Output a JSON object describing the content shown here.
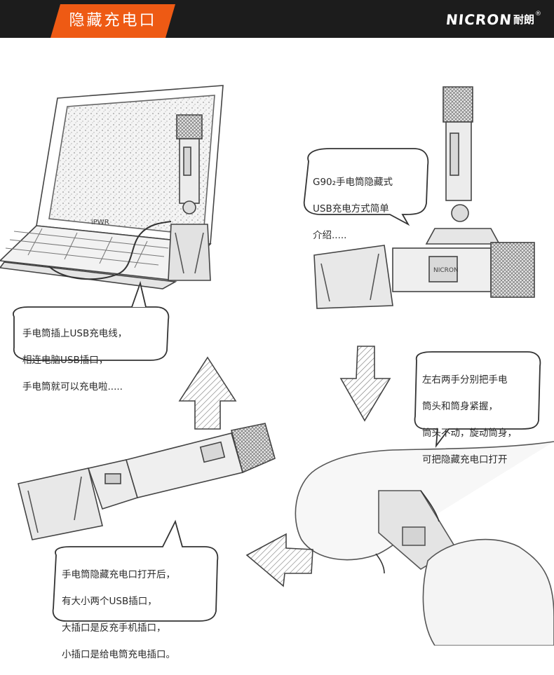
{
  "header": {
    "title": "隐藏充电口",
    "brand": {
      "latin": "NICRON",
      "chinese": "耐朗",
      "registered": "®"
    }
  },
  "captions": {
    "step1": [
      "G90₂手电筒隐藏式",
      "USB充电方式简单",
      "介绍....."
    ],
    "step2": [
      "左右两手分别把手电",
      "筒头和筒身紧握，",
      "筒头不动，旋动筒身，",
      "可把隐藏充电口打开"
    ],
    "step3": [
      "手电筒隐藏充电口打开后，",
      "有大小两个USB插口，",
      "大插口是反充手机插口，",
      "小插口是给电筒充电插口。"
    ],
    "step4": [
      "手电筒插上USB充电线，",
      "相连电脑USB插口，",
      "手电筒就可以充电啦....."
    ]
  },
  "colors": {
    "header_bg": "#1c1c1c",
    "accent": "#ee5a14",
    "sketch": "#555555"
  }
}
